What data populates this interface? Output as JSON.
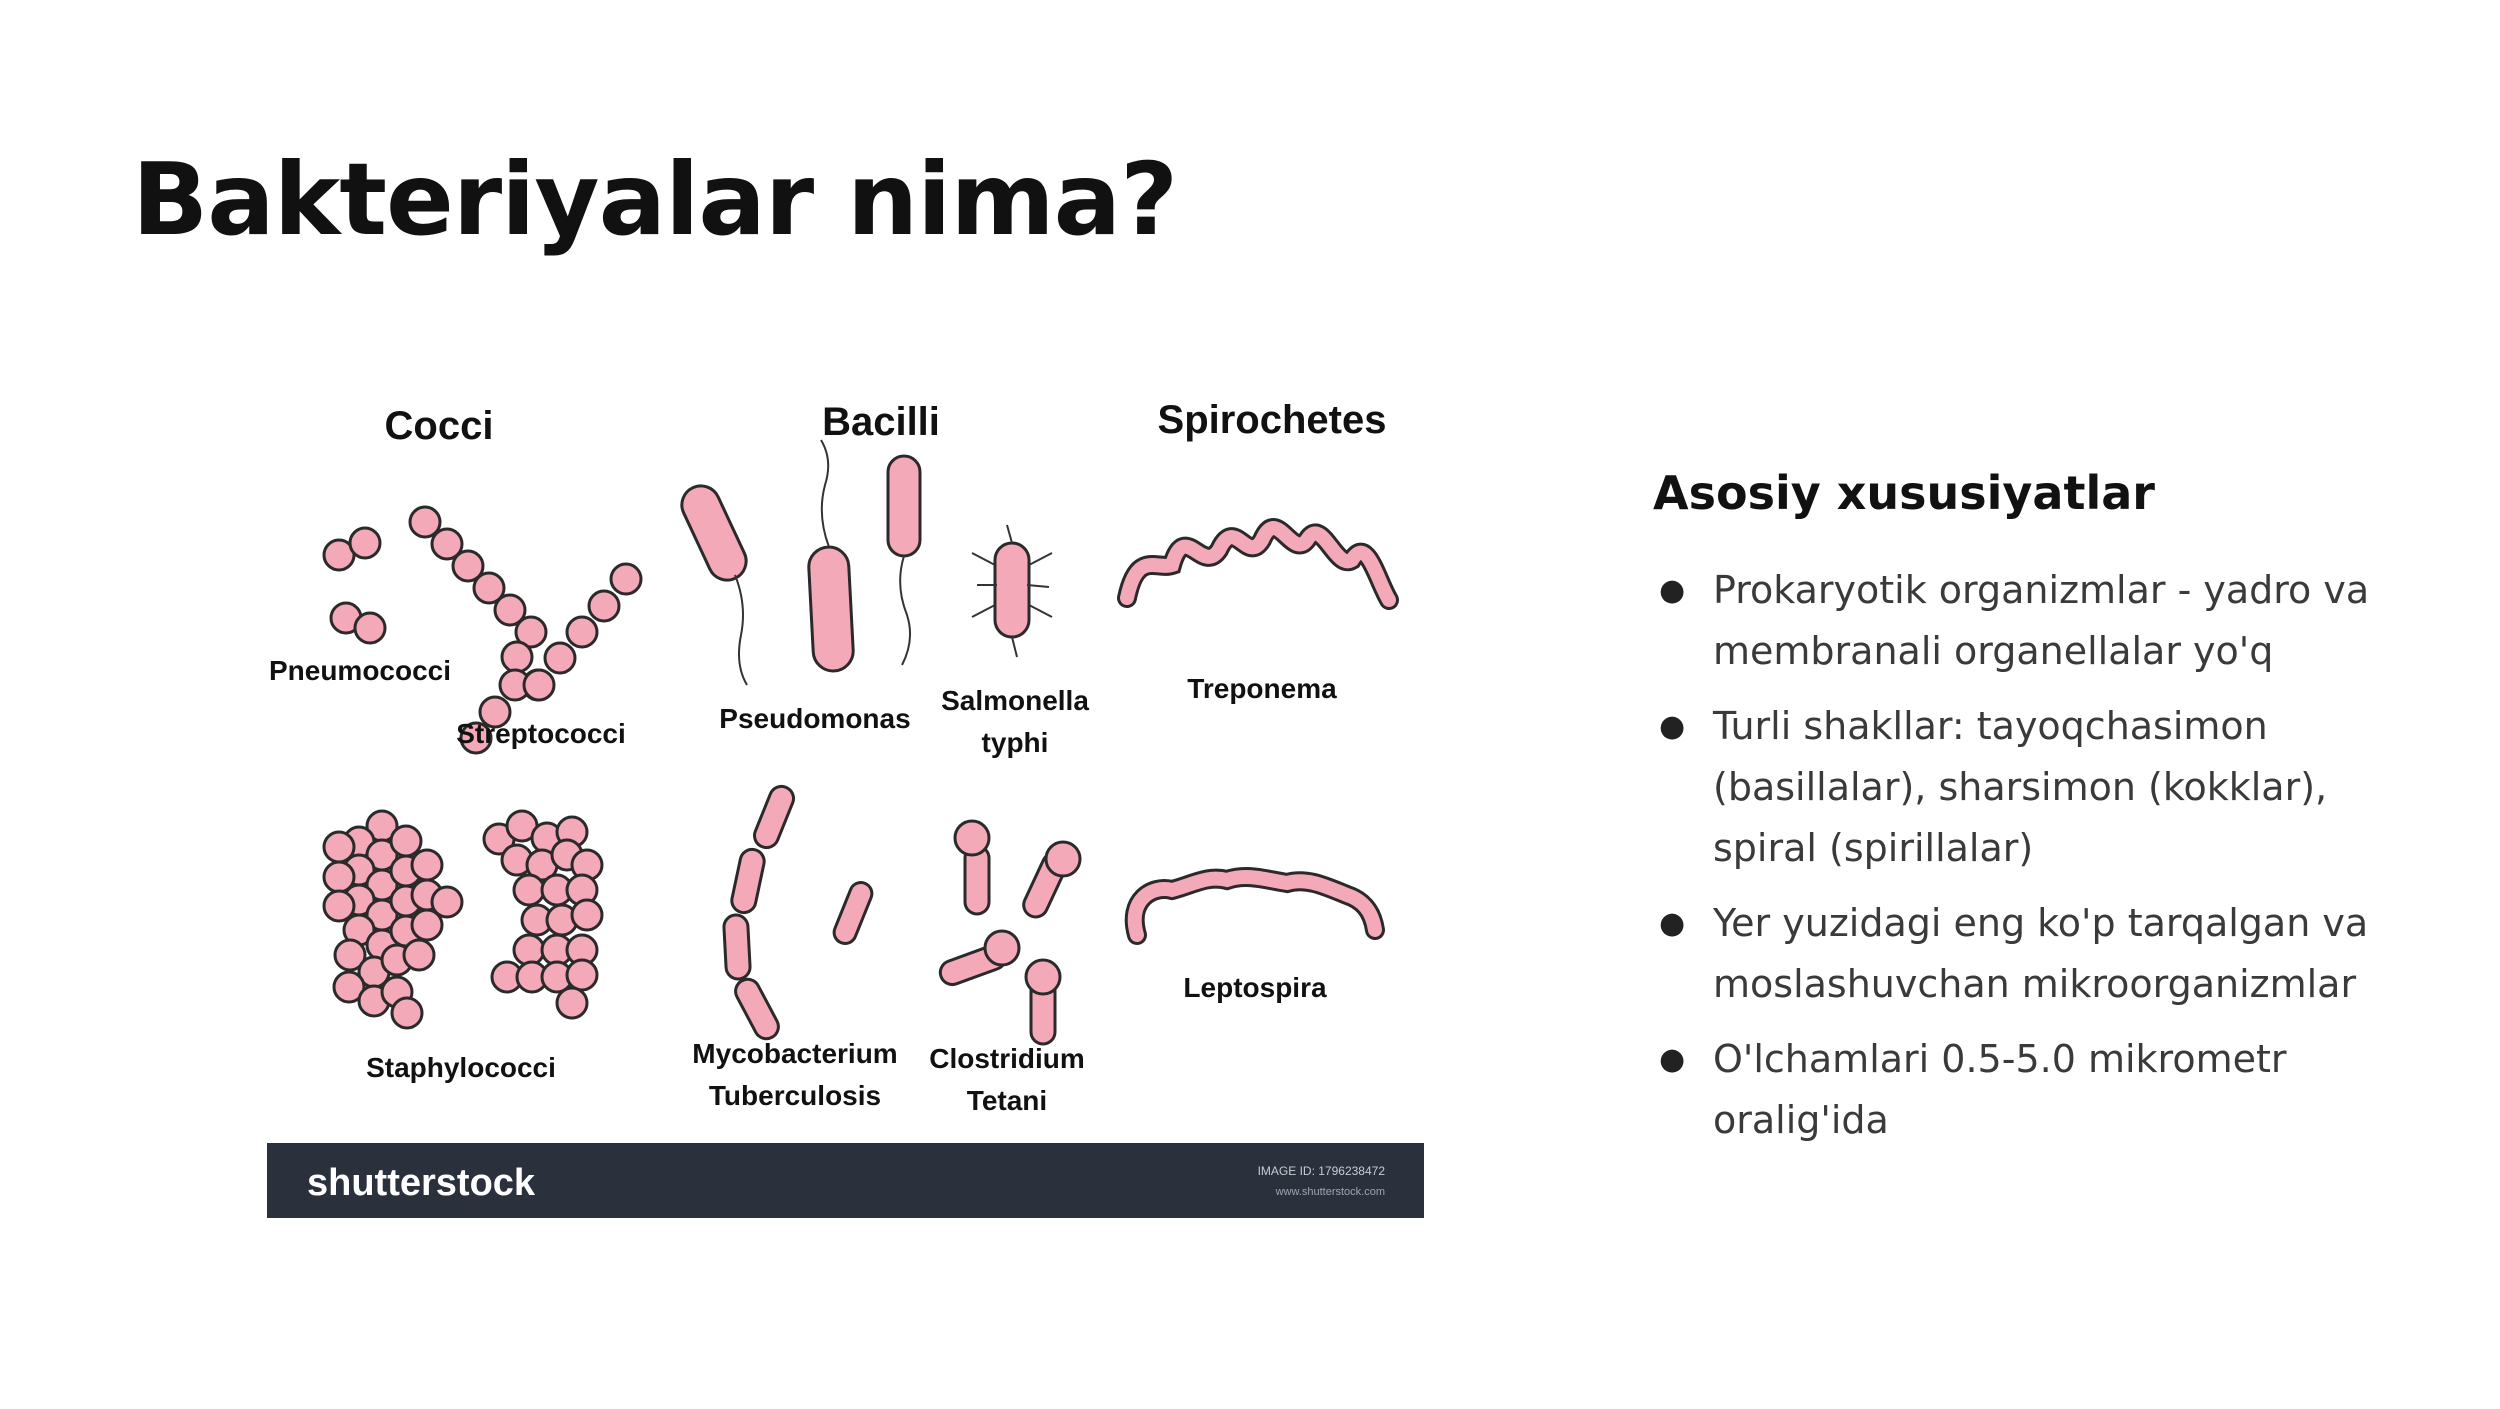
{
  "slide": {
    "title": "Bakteriyalar nima?"
  },
  "figure": {
    "headers": {
      "cocci": "Cocci",
      "bacilli": "Bacilli",
      "spirochetes": "Spirochetes"
    },
    "labels": {
      "pneumococci": "Pneumococci",
      "streptococci": "Streptococci",
      "staphylococci": "Staphylococci",
      "pseudomonas": "Pseudomonas",
      "salmonella_1": "Salmonella",
      "salmonella_2": "typhi",
      "mycobacterium_1": "Mycobacterium",
      "mycobacterium_2": "Tuberculosis",
      "clostridium_1": "Clostridium",
      "clostridium_2": "Tetani",
      "treponema": "Treponema",
      "leptospira": "Leptospira"
    },
    "footer": {
      "brand": "shutterstock",
      "image_id": "IMAGE ID: 1796238472",
      "site": "www.shutterstock.com"
    },
    "colors": {
      "cell_fill": "#f4a9b8",
      "cell_stroke": "#2a2a2a",
      "footer_bg": "#2a313d"
    }
  },
  "panel": {
    "heading": "Asosiy xususiyatlar",
    "bullets": [
      "Prokaryotik organizmlar - yadro va membranali organellalar yo'q",
      "Turli shakllar: tayoqchasimon (basillalar), sharsimon (kokklar), spiral (spirillalar)",
      "Yer yuzidagi eng ko'p tarqalgan va moslashuvchan mikroorganizmlar",
      "O'lchamlari 0.5-5.0 mikrometr oralig'ida"
    ]
  }
}
